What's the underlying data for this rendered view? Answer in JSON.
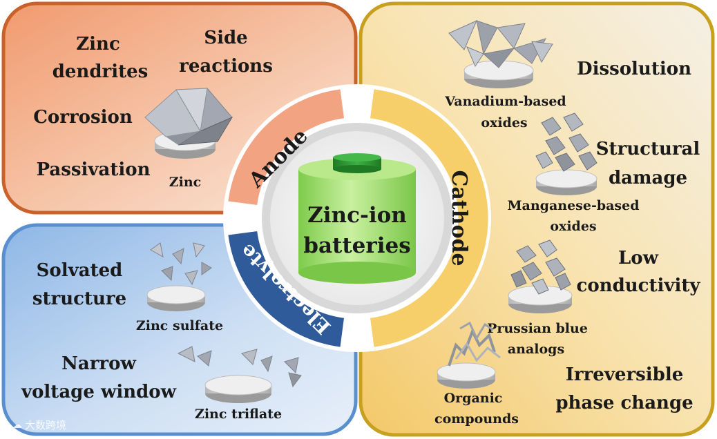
{
  "center": {
    "line1": "Zinc-ion",
    "line2": "batteries"
  },
  "ring": {
    "anode": "Anode",
    "cathode": "Cathode",
    "electrolyte": "Electrolyte"
  },
  "anode_panel": {
    "issues": {
      "zinc_dendrites": [
        "Zinc",
        "dendrites"
      ],
      "side_reactions": [
        "Side",
        "reactions"
      ],
      "corrosion": "Corrosion",
      "passivation": "Passivation"
    },
    "material": "Zinc"
  },
  "electrolyte_panel": {
    "issues": {
      "solvated_structure": [
        "Solvated",
        "structure"
      ],
      "narrow_voltage_window": [
        "Narrow",
        "voltage window"
      ]
    },
    "materials": {
      "zinc_sulfate": "Zinc sulfate",
      "zinc_triflate": "Zinc triflate"
    }
  },
  "cathode_panel": {
    "issues": {
      "dissolution": "Dissolution",
      "structural_damage": [
        "Structural",
        "damage"
      ],
      "low_conductivity": [
        "Low",
        "conductivity"
      ],
      "irreversible_phase_change": [
        "Irreversible",
        "phase change"
      ]
    },
    "materials": {
      "vanadium": [
        "Vanadium-based",
        "oxides"
      ],
      "manganese": [
        "Manganese-based",
        "oxides"
      ],
      "prussian": [
        "Prussian blue",
        "analogs"
      ],
      "organic": [
        "Organic",
        "compounds"
      ]
    }
  },
  "watermark": "大数跨境",
  "colors": {
    "anode_border": "#c9622a",
    "anode_fill_top": "#f0a177",
    "cathode_border": "#c8a020",
    "cathode_fill": "#f7d98a",
    "electrolyte_border": "#5a8fcf",
    "electrolyte_fill": "#9cc0ea",
    "ring_anode": "#f2a382",
    "ring_cathode": "#f7cf6a",
    "ring_electrolyte": "#2f5b9a",
    "battery_green": "#8fd45f"
  }
}
